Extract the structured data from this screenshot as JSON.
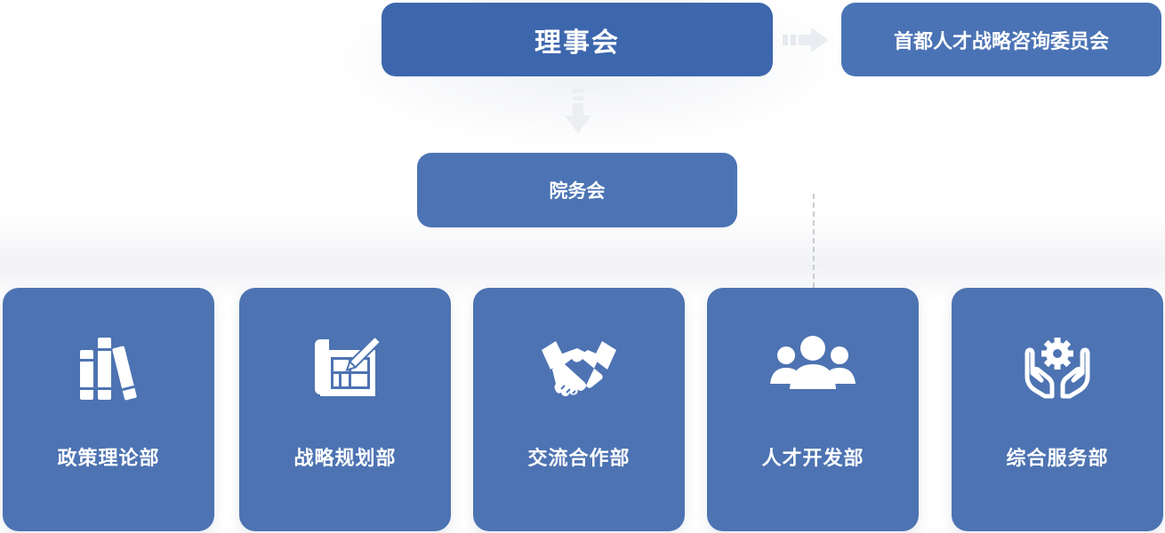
{
  "top": {
    "council": "理事会",
    "committee": "首都人才战略咨询委员会",
    "affairs": "院务会"
  },
  "departments": [
    {
      "label": "政策理论部",
      "icon": "books-icon"
    },
    {
      "label": "战略规划部",
      "icon": "blueprint-pencil-icon"
    },
    {
      "label": "交流合作部",
      "icon": "handshake-icon"
    },
    {
      "label": "人才开发部",
      "icon": "people-group-icon"
    },
    {
      "label": "综合服务部",
      "icon": "hands-gear-icon"
    }
  ],
  "colors": {
    "council": "#3d67ad",
    "box": "#4a73b5",
    "dept": "#4d73b2",
    "text": "#ffffff"
  }
}
